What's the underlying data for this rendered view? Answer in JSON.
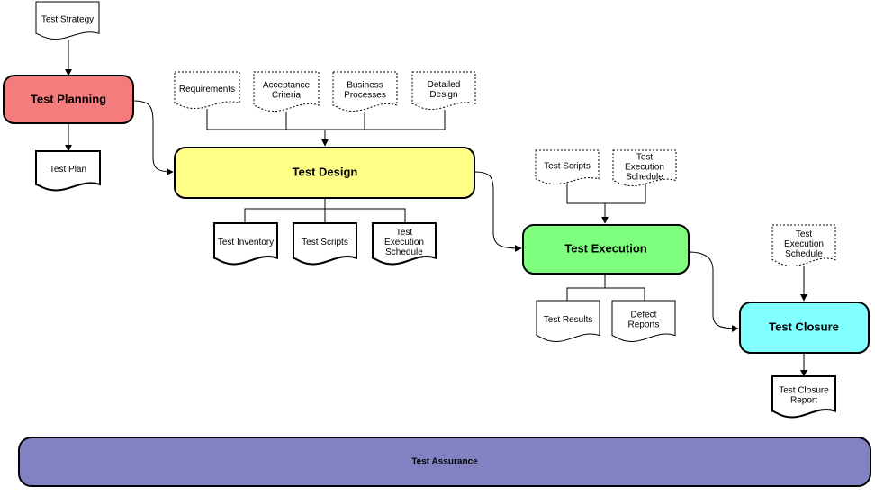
{
  "diagram": {
    "processes": {
      "planning": {
        "label": "Test Planning",
        "color": "#F47C7C"
      },
      "design": {
        "label": "Test Design",
        "color": "#FFFF88"
      },
      "execution": {
        "label": "Test Execution",
        "color": "#7DFF7D"
      },
      "closure": {
        "label": "Test Closure",
        "color": "#7FFFFF"
      },
      "assurance": {
        "label": "Test Assurance",
        "color": "#8282C2"
      }
    },
    "inputs": {
      "strategy": [
        "Test Strategy"
      ],
      "requirements": [
        "Requirements"
      ],
      "acceptance": [
        "Acceptance",
        "Criteria"
      ],
      "business": [
        "Business",
        "Processes"
      ],
      "detailed_design": [
        "Detailed",
        "Design"
      ],
      "exec_scripts": [
        "Test Scripts"
      ],
      "exec_schedule": [
        "Test",
        "Execution",
        "Schedule"
      ],
      "closure_schedule": [
        "Test",
        "Execution",
        "Schedule"
      ]
    },
    "outputs": {
      "test_plan": [
        "Test Plan"
      ],
      "inventory": [
        "Test Inventory"
      ],
      "design_scripts": [
        "Test Scripts"
      ],
      "design_schedule": [
        "Test",
        "Execution",
        "Schedule"
      ],
      "results": [
        "Test Results"
      ],
      "defects": [
        "Defect",
        "Reports"
      ],
      "closure_report": [
        "Test Closure",
        "Report"
      ]
    }
  }
}
